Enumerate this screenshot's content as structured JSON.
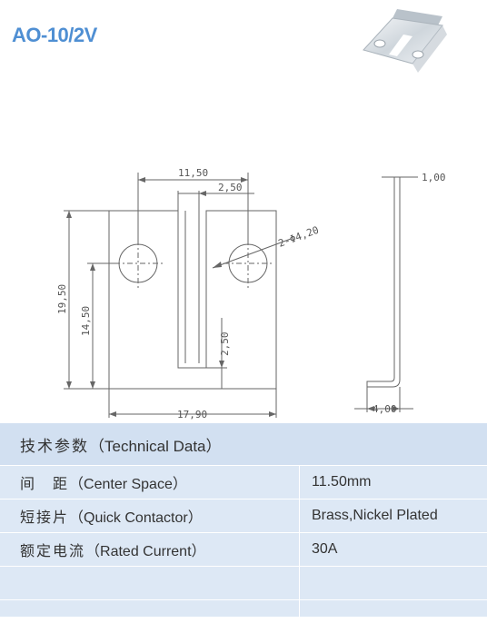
{
  "model": "AO-10/2V",
  "dimensions": {
    "center_spacing": "11,50",
    "slot_width": "2,50",
    "holes": "2-Φ4,20",
    "height": "19,50",
    "hole_height": "14,50",
    "slot_bottom": "2,50",
    "width": "17,90",
    "thickness": "1,00",
    "foot": "4,00"
  },
  "spec_table": {
    "header_cn": "技术参数",
    "header_en": "（Technical Data）",
    "rows": [
      {
        "label_cn": "间　距",
        "label_en": "（Center Space）",
        "value": "11.50mm"
      },
      {
        "label_cn": "短接片",
        "label_en": "（Quick Contactor）",
        "value": "Brass,Nickel Plated"
      },
      {
        "label_cn": "额定电流",
        "label_en": "（Rated Current）",
        "value": "30A"
      },
      {
        "label_cn": "",
        "label_en": "",
        "value": ""
      },
      {
        "label_cn": "",
        "label_en": "",
        "value": ""
      }
    ]
  },
  "colors": {
    "title": "#4f8fd3",
    "table_bg": "#dde8f5",
    "table_head_bg": "#d2e0f1"
  }
}
